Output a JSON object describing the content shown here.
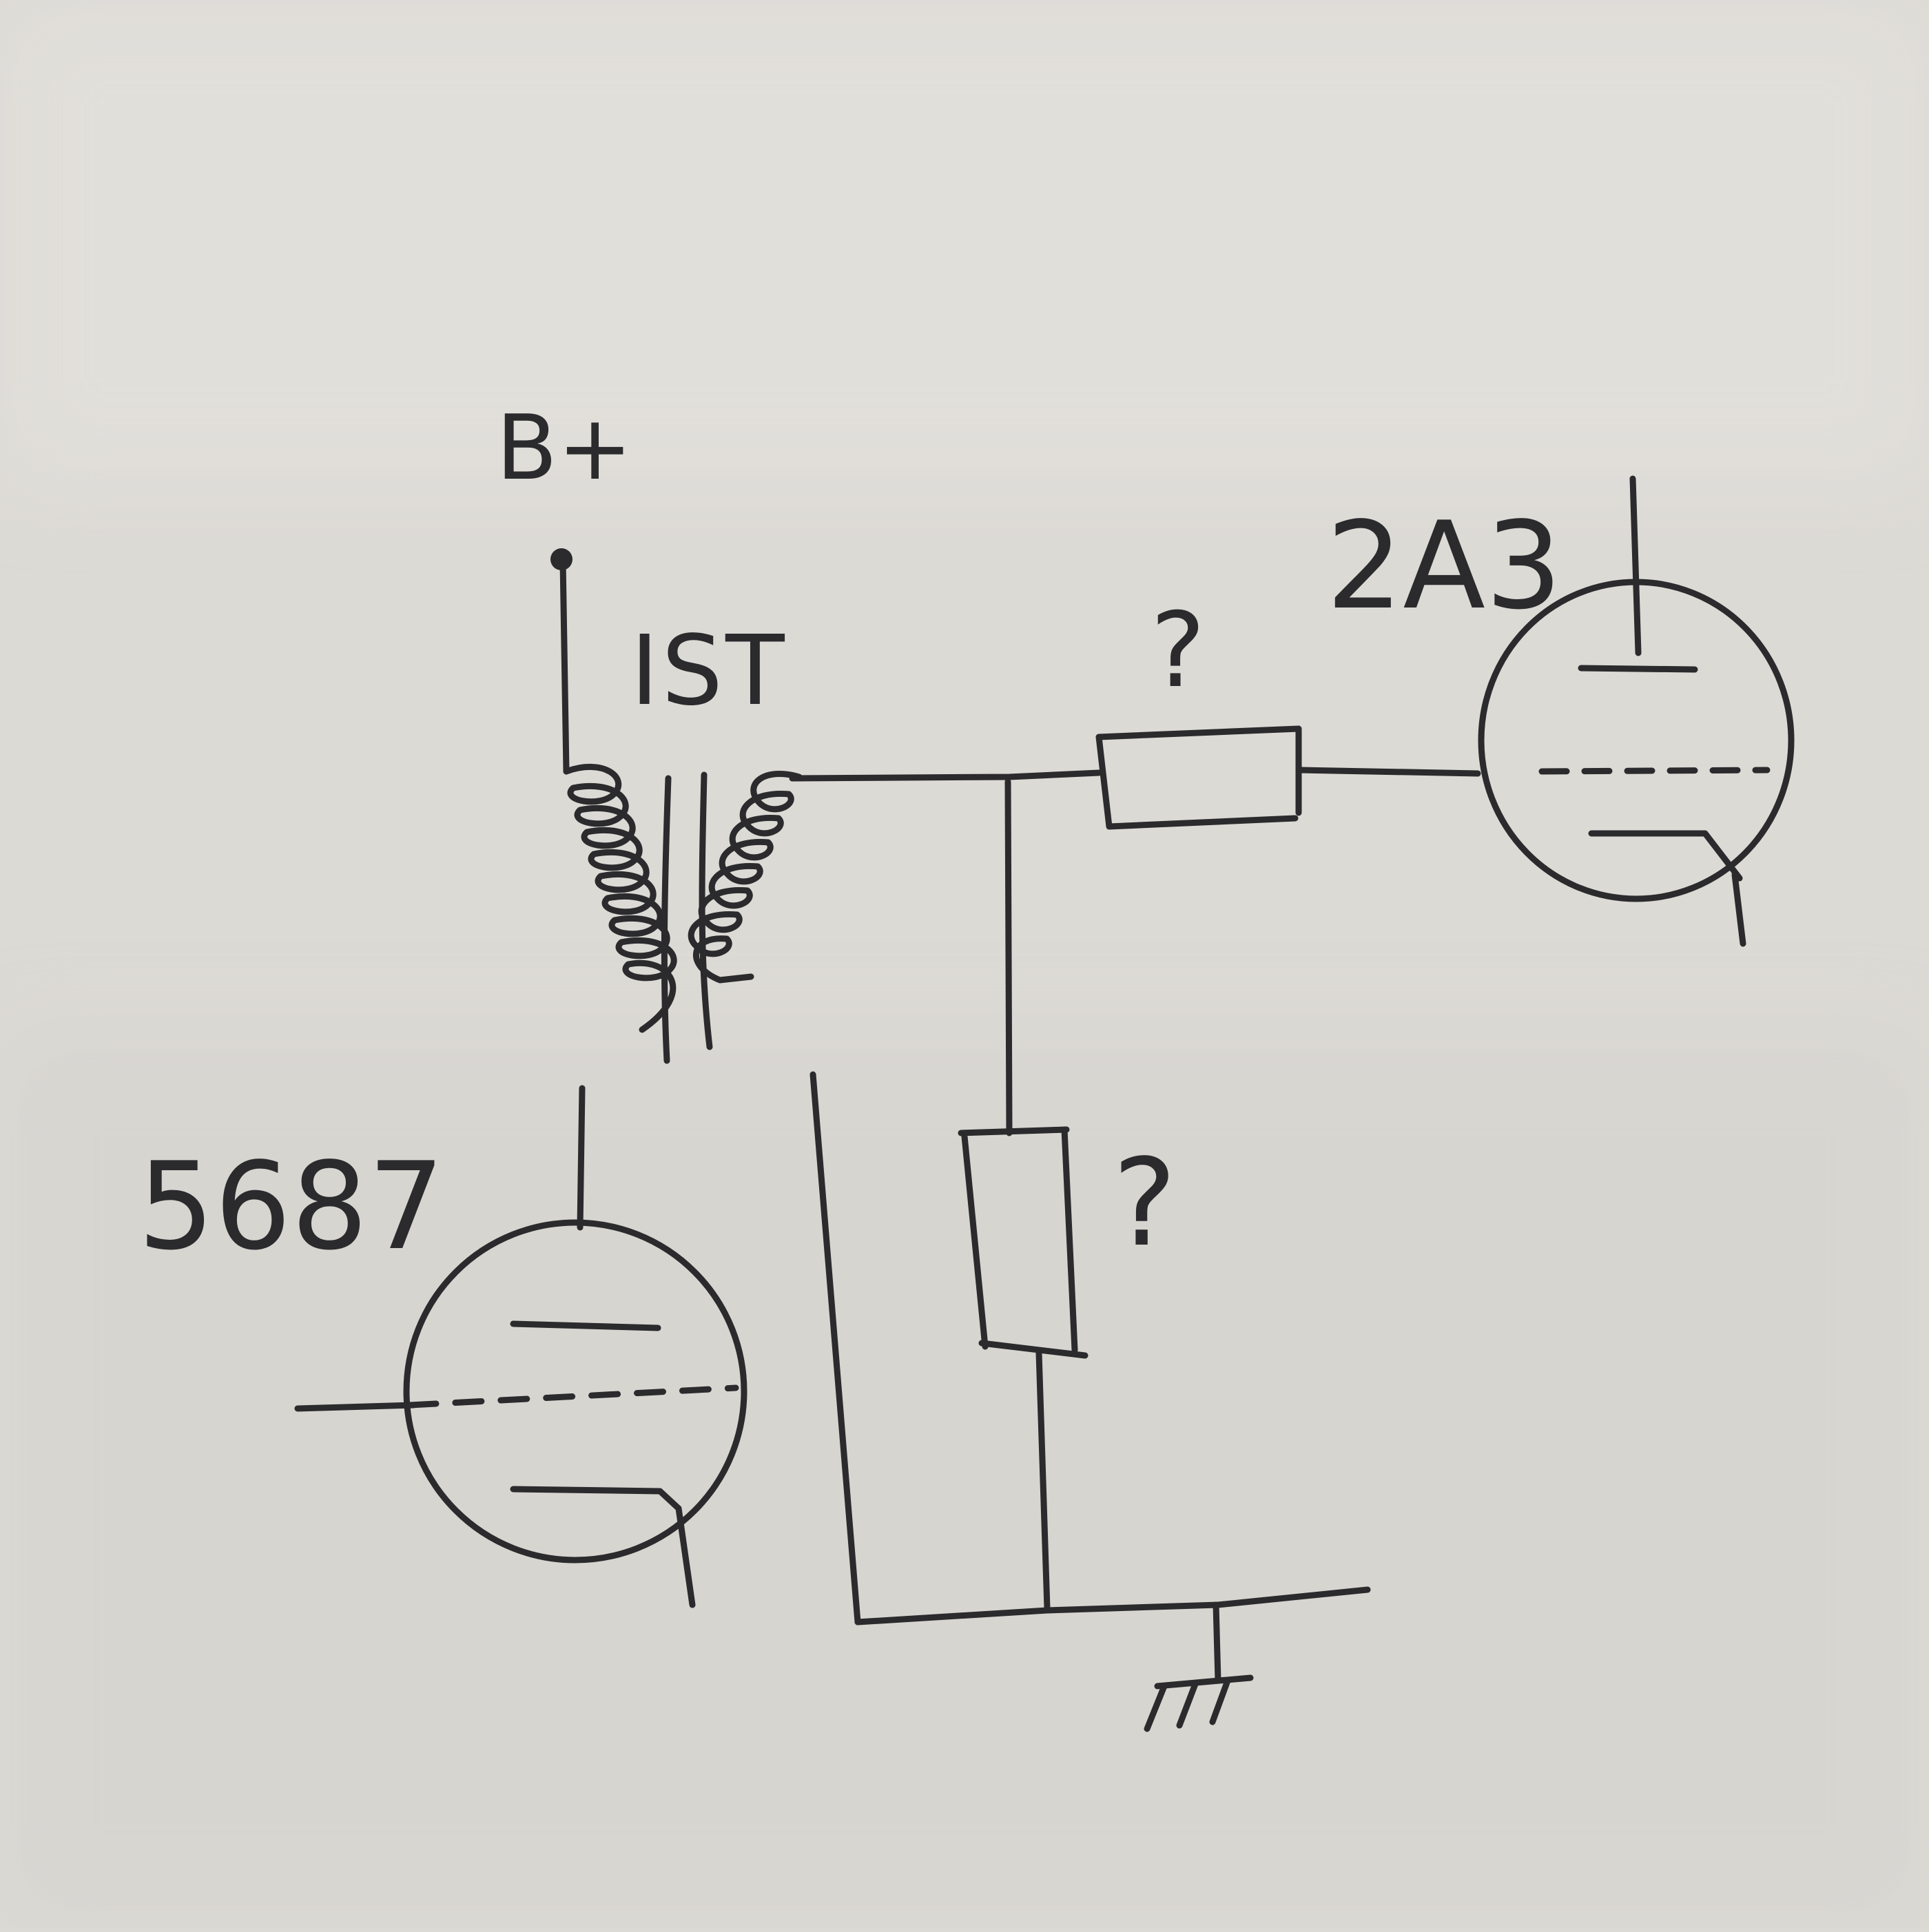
{
  "labels": {
    "supply": "B+",
    "transformer": "IST",
    "output_tube": "2A3",
    "driver_tube": "5687",
    "series_resistor": "?",
    "shunt_resistor": "?"
  },
  "colors": {
    "paper": "#dcdad5",
    "ink": "#2b2a2d"
  }
}
